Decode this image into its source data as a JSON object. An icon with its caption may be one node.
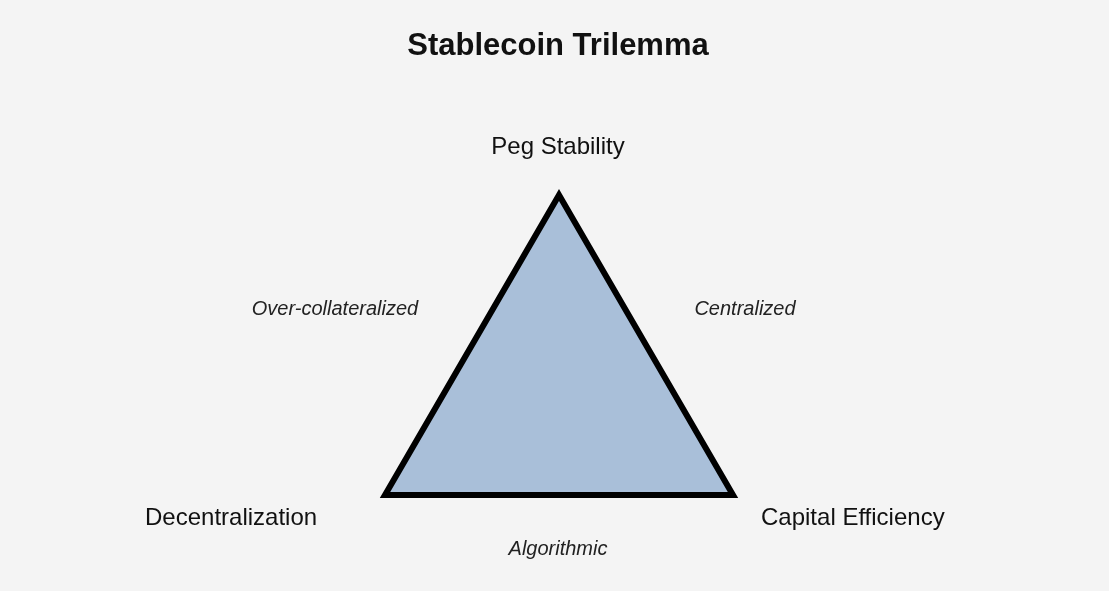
{
  "diagram": {
    "title": "Stablecoin Trilemma",
    "nodes": [
      {
        "text": [],
        "shape": "triangle"
      }
    ],
    "labels": [
      "Peg Stability",
      "Over-collateralized",
      "Centralized",
      "Decentralization",
      "Capital Efficiency",
      "Algorithmic"
    ]
  }
}
